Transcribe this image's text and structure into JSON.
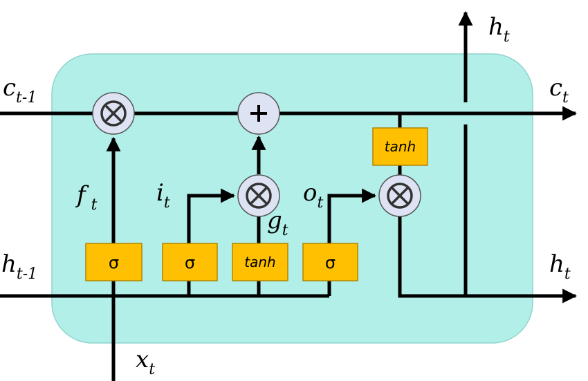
{
  "colors": {
    "cell_fill": "#b2efe8",
    "cell_stroke": "#8fd3cb",
    "gate_fill": "#fec000",
    "gate_stroke": "#b08600",
    "op_fill": "#dde3f3",
    "op_stroke": "#555555",
    "line": "#000000"
  },
  "labels": {
    "c_prev": {
      "main": "c",
      "sub": "t-1"
    },
    "c_next": {
      "main": "c",
      "sub": "t"
    },
    "h_prev": {
      "main": "h",
      "sub": "t-1"
    },
    "h_out_top": {
      "main": "h",
      "sub": "t"
    },
    "h_out_right": {
      "main": "h",
      "sub": "t"
    },
    "x_in": {
      "main": "x",
      "sub": "t"
    },
    "f_gate": {
      "main": "f",
      "sub": "t"
    },
    "i_gate": {
      "main": "i",
      "sub": "t"
    },
    "o_gate": {
      "main": "o",
      "sub": "t"
    },
    "g_gate": {
      "main": "g",
      "sub": "t"
    }
  },
  "gates": {
    "forget": "σ",
    "input": "σ",
    "candidate": "tanh",
    "output": "σ",
    "cell_tanh": "tanh"
  },
  "ops": {
    "multiply": "⊗",
    "add": "+"
  }
}
